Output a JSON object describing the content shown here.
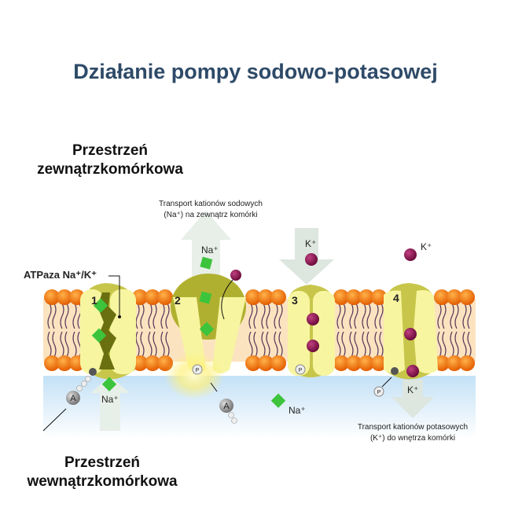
{
  "title": "Działanie pompy sodowo-potasowej",
  "extracellular": [
    "Przestrzeń",
    "zewnątrzkomórkowa"
  ],
  "intracellular": [
    "Przestrzeń",
    "wewnątrzkomórkowa"
  ],
  "pump_label": "ATPaza Na⁺/K⁺",
  "sodium_transport": [
    "Transport kationów sodowych",
    "(Na⁺) na zewnątrz komórki"
  ],
  "potassium_transport": [
    "Transport kationów potasowych",
    "(K⁺) do wnętrza komórki"
  ],
  "steps": [
    "1",
    "2",
    "3",
    "4"
  ],
  "ions": {
    "na": "Na⁺",
    "k": "K⁺"
  },
  "molecules": {
    "atp_a": "A",
    "phosphate": "P"
  },
  "colors": {
    "title": "#2e4a68",
    "sodium": "#3cc43c",
    "potassium": "#8a1450",
    "lipid_head": "#f07a10",
    "pump": "#f7f5a0",
    "cytoplasm": "#cfe6f7"
  }
}
